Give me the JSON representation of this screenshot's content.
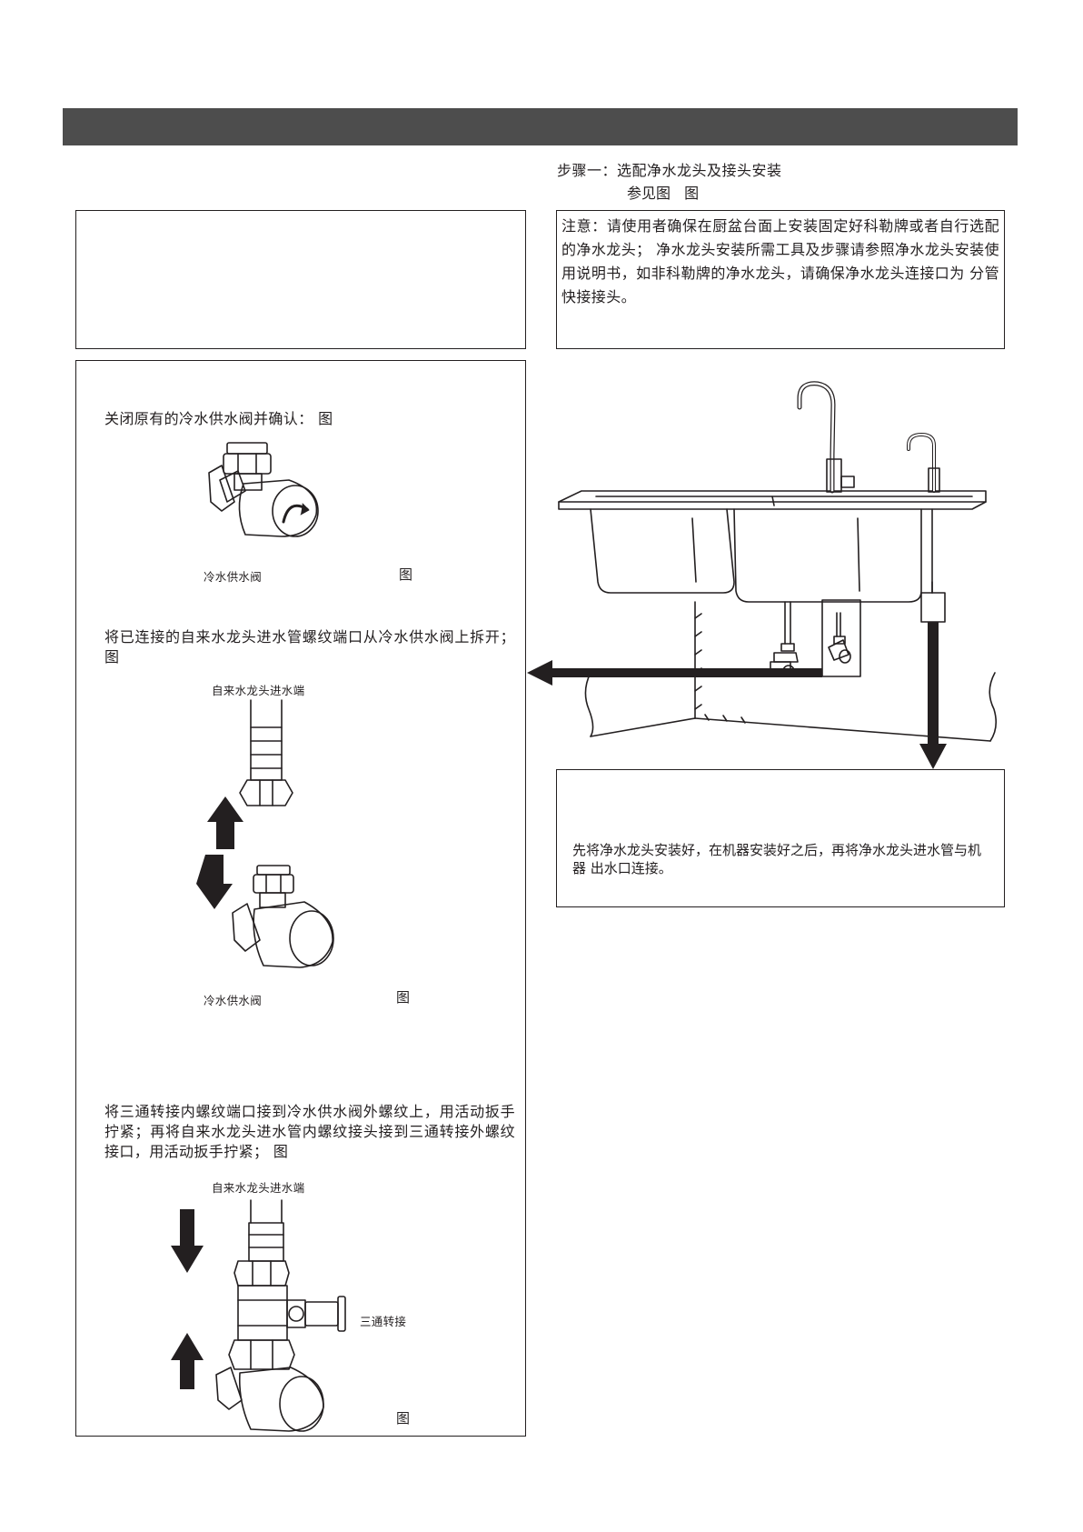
{
  "header": {
    "color": "#4d4d4d"
  },
  "step": {
    "title": "步骤一：选配净水龙头及接头安装",
    "ref": "参见图 图"
  },
  "note": {
    "label": "注意：",
    "text": "请使用者确保在厨盆台面上安装固定好科勒牌或者自行选配的净水龙头； 净水龙头安装所需工具及步骤请参照净水龙头安装使用说明书，如非科勒牌的净水龙头，请确保净水龙头连接口为 分管快接接头。"
  },
  "steps": {
    "s1": "关闭原有的冷水供水阀并确认： 图",
    "s1_caption": "冷水供水阀",
    "s1_fig": "图",
    "s2": "将已连接的自来水龙头进水管螺纹端口从冷水供水阀上拆开； 图",
    "s2_top_caption": "自来水龙头进水端",
    "s2_caption": "冷水供水阀",
    "s2_fig": "图",
    "s3": "将三通转接内螺纹端口接到冷水供水阀外螺纹上，用活动扳手拧紧；再将自来水龙头进水管内螺纹接头接到三通转接外螺纹接口，用活动扳手拧紧； 图",
    "s3_top_caption": "自来水龙头进水端",
    "s3_side_caption": "三通转接",
    "s3_fig": "图"
  },
  "info": {
    "text": "先将净水龙头安装好，在机器安装好之后，再将净水龙头进水管与机器 出水口连接。"
  },
  "icons": [
    "cold-water-valve-illustration",
    "pipe-disconnect-illustration",
    "tee-adapter-illustration",
    "sink-installation-illustration",
    "arrow-up-icon",
    "arrow-down-icon",
    "arrow-left-icon"
  ]
}
